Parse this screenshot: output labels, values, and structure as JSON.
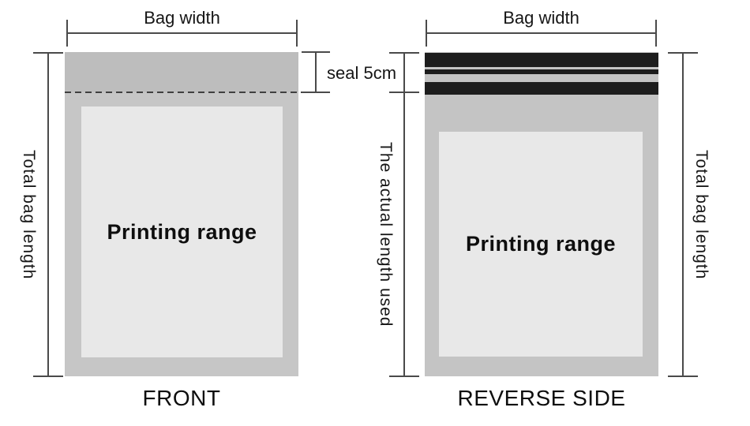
{
  "diagram": {
    "front": {
      "bag_width_label": "Bag width",
      "total_bag_length_label": "Total bag length",
      "seal_label": "seal 5cm",
      "printing_range_label": "Printing range",
      "caption": "FRONT"
    },
    "reverse": {
      "bag_width_label": "Bag width",
      "actual_length_label": "The actual length used",
      "total_bag_length_label": "Total bag length",
      "printing_range_label": "Printing range",
      "caption": "REVERSE SIDE"
    },
    "colors": {
      "front_bag_body": "#c6c6c6",
      "front_seal_zone": "#bdbdbd",
      "reverse_bag_body": "#c4c4c4",
      "printing_area": "#e8e8e8",
      "adhesive_stripe": "#1d1d1d",
      "dimension_line": "#4a4a4a",
      "text": "#161616"
    }
  }
}
